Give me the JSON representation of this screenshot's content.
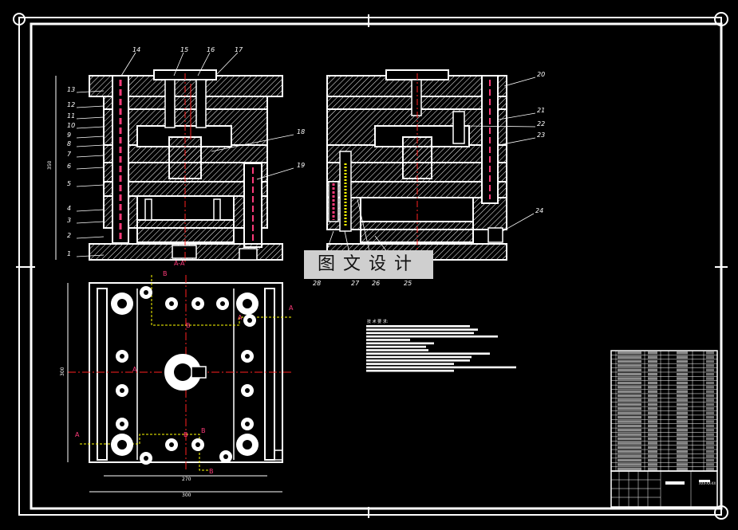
{
  "watermark": "图文设计",
  "colors": {
    "line": "#ffffff",
    "section": "#ff3b7a",
    "center": "#ff2020",
    "dim": "#ffff00",
    "hatch": "#ffffff"
  },
  "section_mark": "A-A",
  "section_letters": {
    "a": "A",
    "b": "B"
  },
  "left_callouts": [
    "13",
    "12",
    "11",
    "10",
    "9",
    "8",
    "7",
    "6",
    "5",
    "4",
    "3",
    "2",
    "1"
  ],
  "top_callouts": [
    "14",
    "15",
    "16",
    "17"
  ],
  "right_callouts_left_view": [
    "18",
    "19"
  ],
  "right_callouts_right_view": [
    "20",
    "21",
    "22",
    "23",
    "24"
  ],
  "bottom_callouts": [
    "28",
    "27",
    "26",
    "25"
  ],
  "dimensions": {
    "height_left": "350",
    "plan_height": "300",
    "plan_width_inner": "270",
    "plan_width_outer": "300"
  },
  "notes_heading": "技 术 要 求:",
  "title_block_code": "XXX-XX-XX"
}
